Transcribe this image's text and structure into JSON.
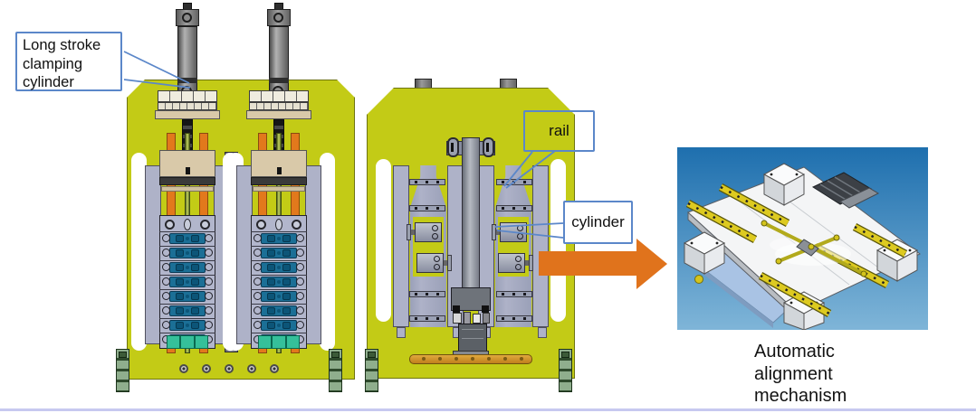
{
  "callouts": {
    "long_stroke": {
      "text": "Long stroke clamping cylinder"
    },
    "rail": {
      "text": "rail"
    },
    "cylinder": {
      "text": "cylinder"
    }
  },
  "caption": {
    "text": "Automatic\nalignment\nmechanism"
  },
  "colors": {
    "machine_yellow": "#c3cb16",
    "machine_edge": "#6e7410",
    "orange_rail": "#e2791c",
    "orange_rail_edge": "#8a4a10",
    "cell_blue": "#1b6f96",
    "cell_blue_dark": "#0c5578",
    "panel_gray": "#aeb2c8",
    "panel_edge": "#50505e",
    "tan_block": "#d9c9a9",
    "teal_block": "#35c09a",
    "foot_green": "#8fae8d",
    "arrow_orange": "#e0731c",
    "callout_border": "#5b87c9",
    "render_bg_top": "#1e6fae",
    "render_bg_bottom": "#7fb5d8",
    "bottom_rule": "#c7c9f0",
    "rail_yellow": "#ddca20"
  },
  "figures": {
    "front_view": {
      "clamp_cylinder_count": 2,
      "cell_stacks": 2,
      "cell_rows_per_stack": 8,
      "base_bolt_count": 5
    },
    "side_view": {
      "guide_cylinder_count": 4,
      "rail_count": 8
    },
    "arrow": {
      "direction": "right"
    }
  }
}
